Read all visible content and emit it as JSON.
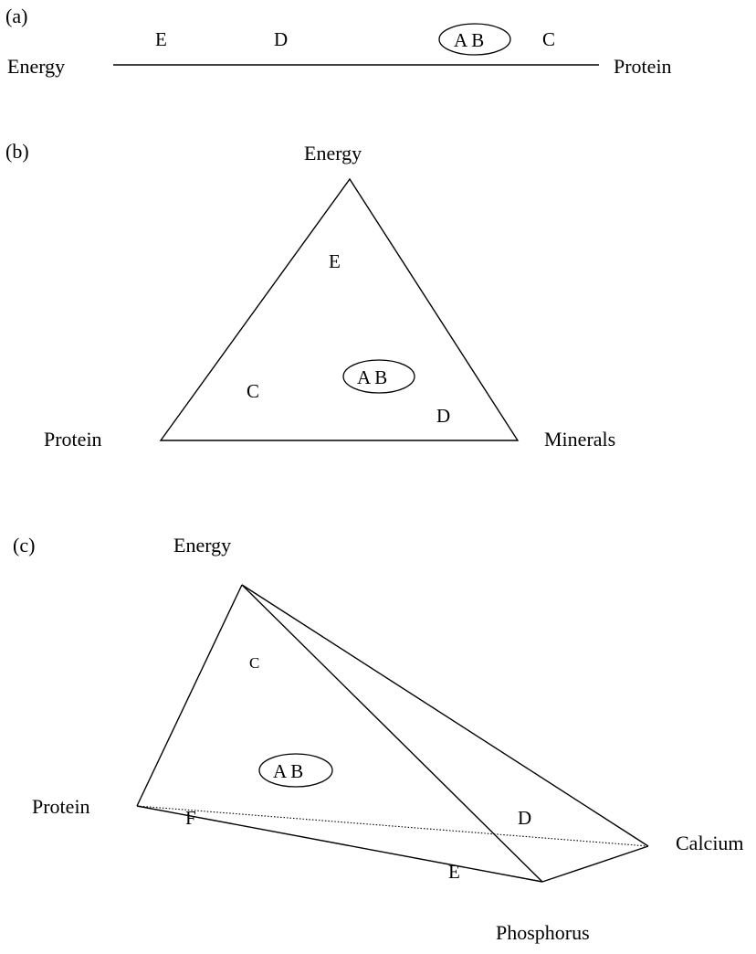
{
  "panel_a": {
    "label": "(a)",
    "left_axis": "Energy",
    "right_axis": "Protein",
    "points": {
      "e": "E",
      "d": "D",
      "ab": "A B",
      "c": "C"
    }
  },
  "panel_b": {
    "label": "(b)",
    "top_vertex": "Energy",
    "left_vertex": "Protein",
    "right_vertex": "Minerals",
    "points": {
      "e": "E",
      "c": "C",
      "ab": "A B",
      "d": "D"
    }
  },
  "panel_c": {
    "label": "(c)",
    "top_vertex": "Energy",
    "left_vertex": "Protein",
    "right_vertex": "Calcium",
    "bottom_vertex": "Phosphorus",
    "points": {
      "c": "C",
      "ab": "A B",
      "f": "F",
      "d": "D",
      "e": "E"
    }
  }
}
